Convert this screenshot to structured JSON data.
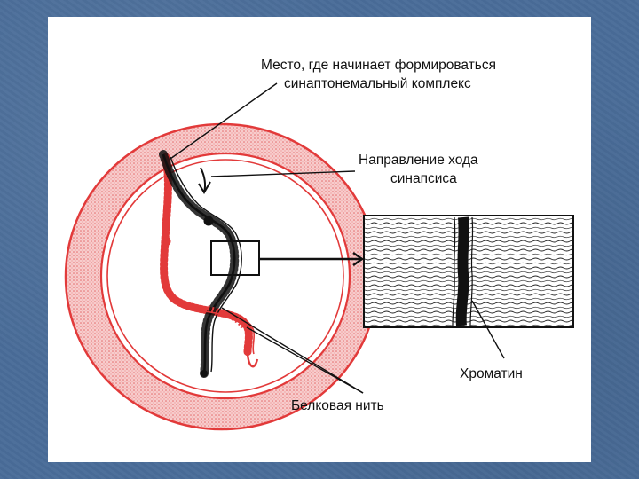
{
  "labels": {
    "synaptonemal_start_line1": "Место, где начинает формироваться",
    "synaptonemal_start_line2": "синаптонемальный комплекс",
    "synapsis_direction_line1": "Направление хода",
    "synapsis_direction_line2": "синапсиса",
    "chromatin": "Хроматин",
    "protein_thread": "Белковая нить"
  },
  "colors": {
    "background": "#4a6d99",
    "nucleus": "#e23a3a",
    "nucleus_fill": "#f4b8b8",
    "chromosome_black": "#111111",
    "chromosome_red": "#e23a3a"
  }
}
